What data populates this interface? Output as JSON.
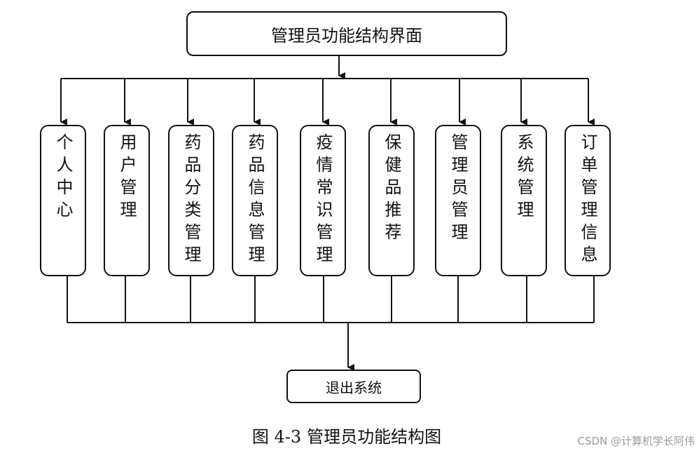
{
  "root": {
    "label": "管理员功能结构界面"
  },
  "modules": [
    {
      "label": "个人中心"
    },
    {
      "label": "用户管理"
    },
    {
      "label": "药品分类管理"
    },
    {
      "label": "药品信息管理"
    },
    {
      "label": "疫情常识管理"
    },
    {
      "label": "保健品推荐"
    },
    {
      "label": "管理员管理"
    },
    {
      "label": "系统管理"
    },
    {
      "label": "订单管理信息"
    }
  ],
  "exit": {
    "label": "退出系统"
  },
  "caption": {
    "number": "图 4-3",
    "title": "管理员功能结构图"
  },
  "watermark": "CSDN @计算机学长阿伟",
  "colors": {
    "line": "#111111",
    "watermark": "#9a9a9a"
  }
}
